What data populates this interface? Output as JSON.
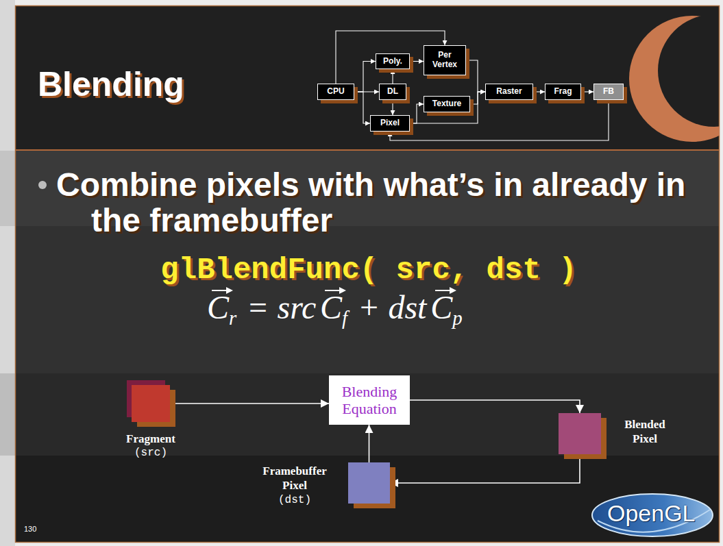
{
  "diagram": {
    "title": "Blending",
    "nodes": [
      {
        "text": [
          "CPU"
        ]
      },
      {
        "text": [
          "Poly."
        ]
      },
      {
        "text": [
          "Per Vertex"
        ]
      },
      {
        "text": [
          "DL"
        ]
      },
      {
        "text": [
          "Texture"
        ]
      },
      {
        "text": [
          "Pixel"
        ]
      },
      {
        "text": [
          "Raster"
        ]
      },
      {
        "text": [
          "Frag"
        ]
      },
      {
        "text": [
          "FB"
        ]
      },
      {
        "text": [
          "Fragment",
          "(src)"
        ]
      },
      {
        "text": [
          "Blending Equation"
        ]
      },
      {
        "text": [
          "Blended Pixel"
        ]
      },
      {
        "text": [
          "Framebuffer Pixel",
          "(dst)"
        ]
      }
    ],
    "edges": [
      {
        "from": 0,
        "to": 1,
        "arrow": "to"
      },
      {
        "from": 0,
        "to": 3,
        "arrow": "to"
      },
      {
        "from": 0,
        "to": 5,
        "arrow": "to"
      },
      {
        "from": 0,
        "to": 2,
        "arrow": "to"
      },
      {
        "from": 1,
        "to": 2,
        "arrow": "to"
      },
      {
        "from": 3,
        "to": 1,
        "arrow": "to"
      },
      {
        "from": 3,
        "to": 5,
        "arrow": "to"
      },
      {
        "from": 5,
        "to": 4,
        "arrow": "to"
      },
      {
        "from": 2,
        "to": 6,
        "arrow": "to"
      },
      {
        "from": 4,
        "to": 6,
        "arrow": "to"
      },
      {
        "from": 5,
        "to": 6,
        "arrow": "to"
      },
      {
        "from": 6,
        "to": 7,
        "arrow": "to"
      },
      {
        "from": 7,
        "to": 8,
        "arrow": "to"
      },
      {
        "from": 8,
        "to": 5,
        "arrow": "to"
      },
      {
        "from": 9,
        "to": 10,
        "arrow": "to"
      },
      {
        "from": 10,
        "to": 11,
        "arrow": "to"
      },
      {
        "from": 11,
        "to": 12,
        "arrow": "to"
      },
      {
        "from": 12,
        "to": 10,
        "arrow": "to"
      }
    ],
    "labels": [
      "Combine pixels with what’s in already in the framebuffer",
      "glBlendFunc( src, dst )",
      "C",
      "r",
      "=",
      "src",
      "C",
      "f",
      "+",
      "dst",
      "C",
      "p",
      "130",
      "OpenGL"
    ]
  }
}
